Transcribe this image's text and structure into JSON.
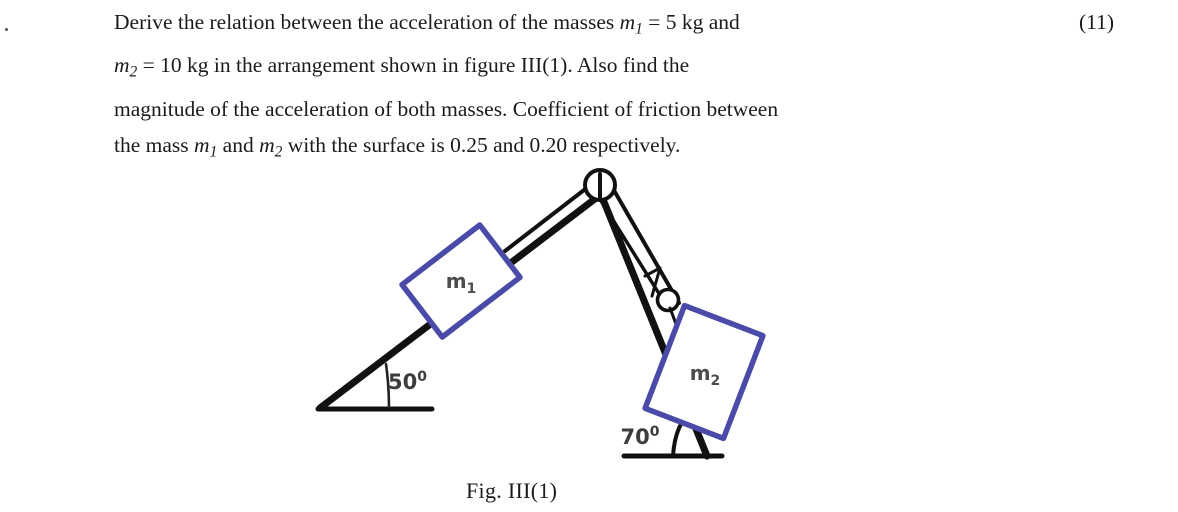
{
  "document": {
    "marks": "(11)",
    "question": {
      "line1_a": "Derive the relation between the acceleration of the masses",
      "line1_m1": "m",
      "line1_m1_sub": "1",
      "line1_b": "= 5 kg and",
      "line2_m2": "m",
      "line2_m2_sub": "2",
      "line2_a": "= 10 kg in the arrangement shown in figure III(1). Also find the",
      "line3": "magnitude of the acceleration of both masses. Coefficient of friction between",
      "line4_a": "the mass",
      "line4_m1": "m",
      "line4_m1_sub": "1",
      "line4_b": "and",
      "line4_m2": "m",
      "line4_m2_sub": "2",
      "line4_c": "with the surface is 0.25 and 0.20 respectively."
    },
    "caption": "Fig. III(1)"
  },
  "figure": {
    "block1_label": "m",
    "block1_sub": "1",
    "block2_label": "m",
    "block2_sub": "2",
    "angle_left": "50",
    "angle_left_sup": "0",
    "angle_right": "70",
    "angle_right_sup": "0",
    "colors": {
      "block_outline": "#4a4aa8",
      "line": "#111111",
      "label_gray": "#4d4d4d"
    }
  },
  "chart_data": {
    "type": "diagram",
    "title": "Fig. III(1)",
    "description": "Two inclined planes meeting at a common apex with a fixed pulley; mass m1 rests on the left incline connected by a cord over the apex pulley to a movable pulley from which mass m2 hangs against the right incline.",
    "elements": [
      {
        "name": "left-incline",
        "angle_deg": 50,
        "base_vertex": [
          320,
          408
        ],
        "apex": [
          600,
          190
        ]
      },
      {
        "name": "right-incline",
        "angle_deg": 70,
        "base_vertex": [
          708,
          455
        ],
        "apex": [
          600,
          190
        ]
      },
      {
        "name": "fixed-pulley",
        "center": [
          600,
          185
        ],
        "radius": 15
      },
      {
        "name": "movable-pulley",
        "center": [
          668,
          300
        ],
        "radius": 10
      },
      {
        "name": "block-m1",
        "label": "m1",
        "mass_kg": 5,
        "friction_coefficient": 0.25,
        "on": "left-incline"
      },
      {
        "name": "block-m2",
        "label": "m2",
        "mass_kg": 10,
        "friction_coefficient": 0.2,
        "on": "right-incline"
      }
    ]
  }
}
